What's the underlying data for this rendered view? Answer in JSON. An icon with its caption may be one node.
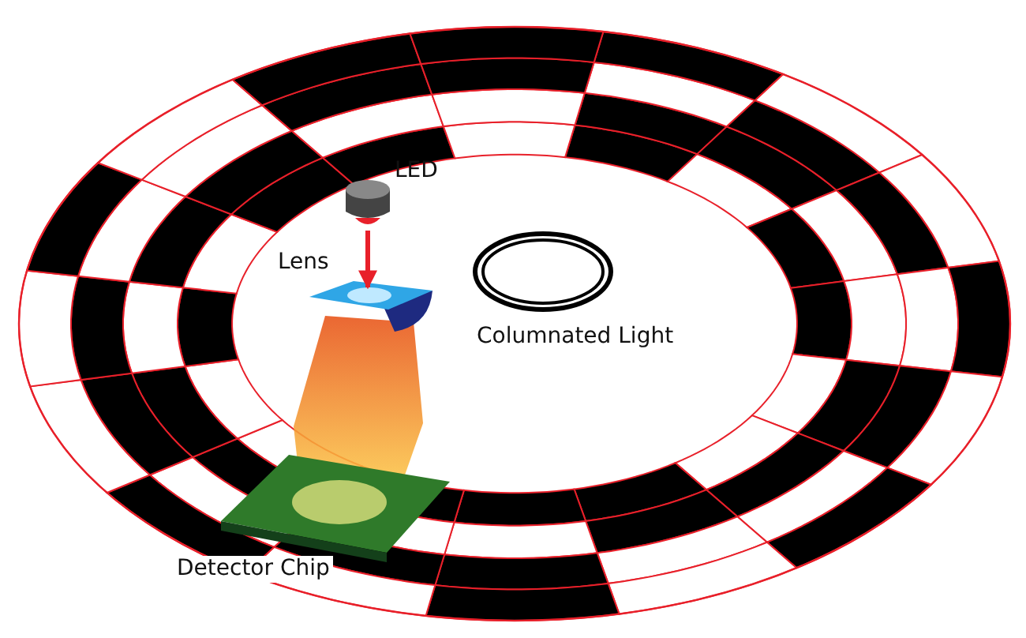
{
  "diagram": {
    "nodes": [
      {
        "text": [],
        "shape": "cylinder",
        "beside": [
          "LED"
        ]
      },
      {
        "text": [],
        "shape": "picture",
        "beside": [
          "Lens"
        ]
      }
    ],
    "edges": [
      {
        "from": 0,
        "to": 1,
        "arrow": "to",
        "color": "#e8202a"
      }
    ],
    "labels": [
      "Columnated Light",
      "Detector Chip"
    ]
  }
}
